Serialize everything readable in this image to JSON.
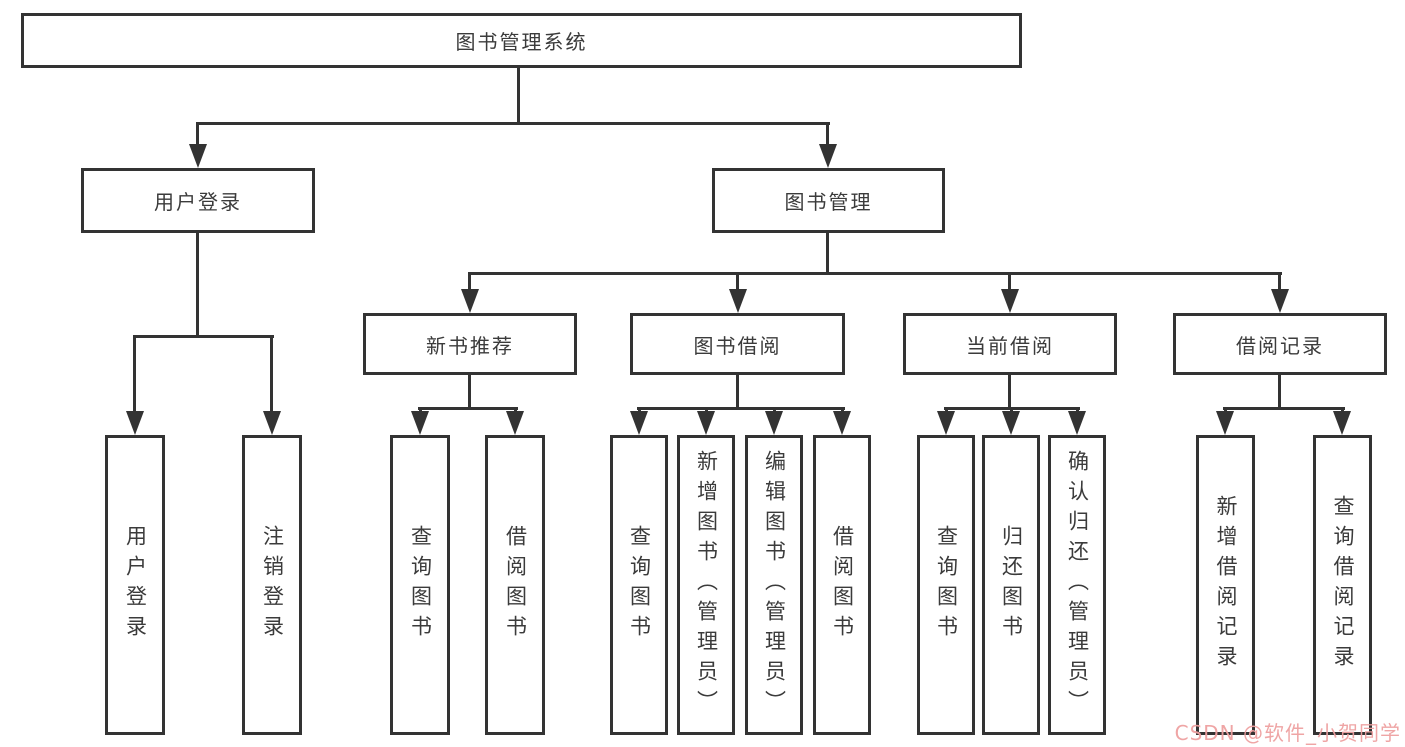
{
  "tree": {
    "root": {
      "label": "图书管理系统"
    },
    "children": [
      {
        "label": "用户登录",
        "children": [
          {
            "label": "用户登录"
          },
          {
            "label": "注销登录"
          }
        ]
      },
      {
        "label": "图书管理",
        "children": [
          {
            "label": "新书推荐",
            "children": [
              {
                "label": "查询图书"
              },
              {
                "label": "借阅图书"
              }
            ]
          },
          {
            "label": "图书借阅",
            "children": [
              {
                "label": "查询图书"
              },
              {
                "label": "新增图书（管理员）"
              },
              {
                "label": "编辑图书（管理员）"
              },
              {
                "label": "借阅图书"
              }
            ]
          },
          {
            "label": "当前借阅",
            "children": [
              {
                "label": "查询图书"
              },
              {
                "label": "归还图书"
              },
              {
                "label": "确认归还（管理员）"
              }
            ]
          },
          {
            "label": "借阅记录",
            "children": [
              {
                "label": "新增借阅记录"
              },
              {
                "label": "查询借阅记录"
              }
            ]
          }
        ]
      }
    ]
  },
  "watermark": "CSDN @软件_小贺同学",
  "colors": {
    "line": "#333333",
    "text": "#3b3b3b",
    "watermark": "#eea0a0",
    "background": "#ffffff"
  }
}
